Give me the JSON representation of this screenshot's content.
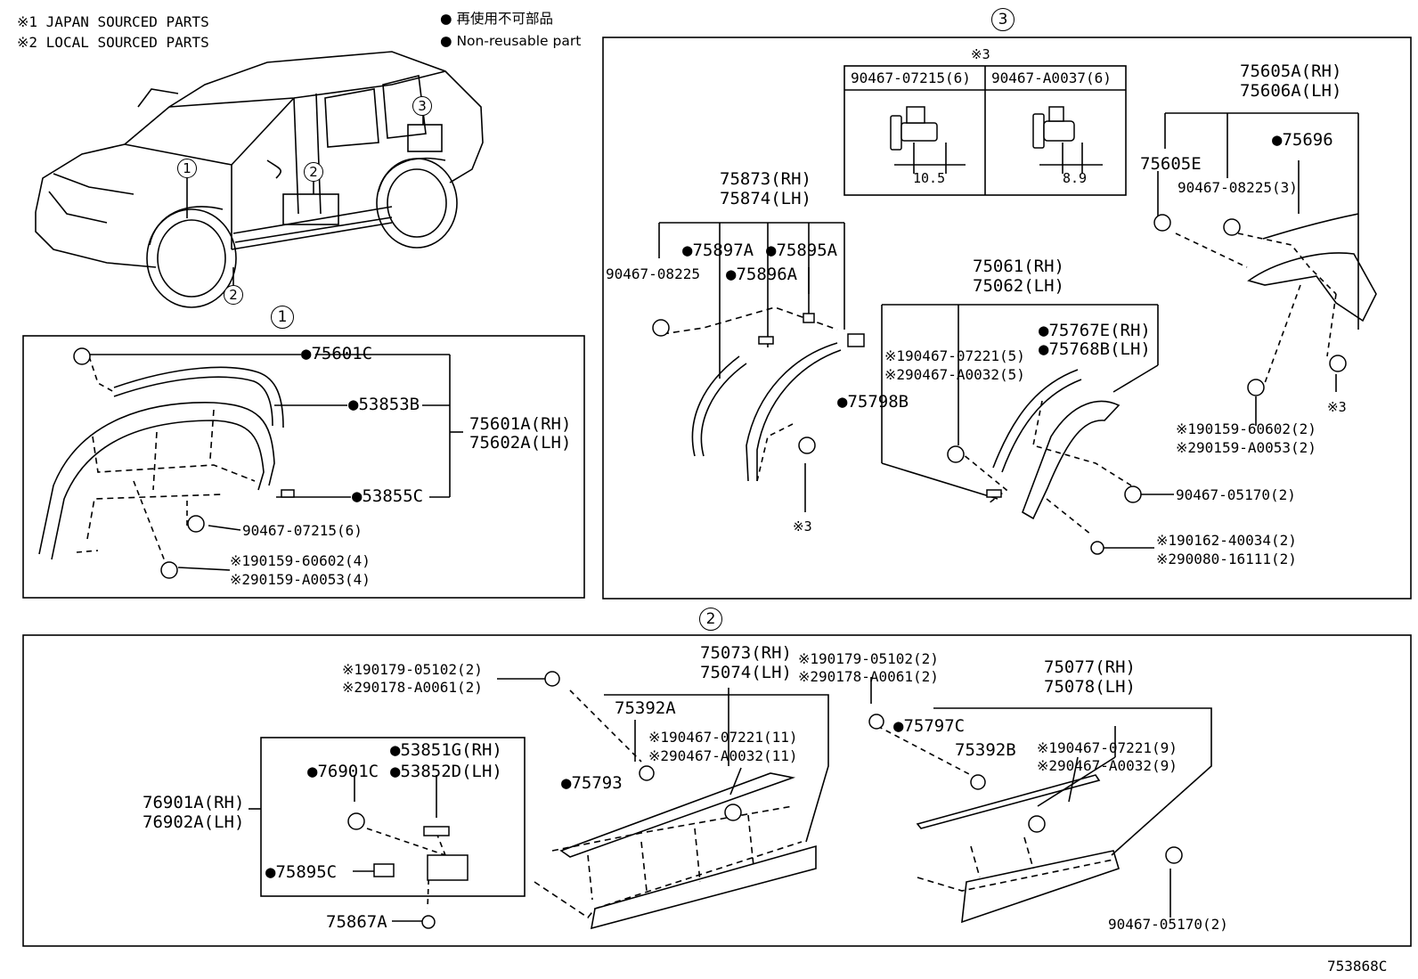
{
  "legend": {
    "source1": "※1 JAPAN SOURCED PARTS",
    "source2": "※2 LOCAL SOURCED PARTS",
    "nonreuse_jp": "● 再使用不可部品",
    "nonreuse_en": "● Non-reusable part"
  },
  "markers": {
    "m1": "1",
    "m2": "2",
    "m3": "3"
  },
  "section3": {
    "clip_note": "※3",
    "clip_a": "90467-07215(6)",
    "clip_b": "90467-A0037(6)",
    "dim_a": "10.5",
    "dim_b": "8.9",
    "p75605A": "75605A(RH)",
    "p75606A": "75606A(LH)",
    "p75696": "●75696",
    "p75605E": "75605E",
    "p90467_08225_3": "90467-08225(3)",
    "p75873": "75873(RH)",
    "p75874": "75874(LH)",
    "p75897A": "●75897A",
    "p75895A": "●75895A",
    "p75896A": "●75896A",
    "p90467_08225": "90467-08225",
    "p75061": "75061(RH)",
    "p75062": "75062(LH)",
    "p75767E": "●75767E(RH)",
    "p75768B": "●75768B(LH)",
    "clip1": "※190467-07221(5)",
    "clip2": "※290467-A0032(5)",
    "p75798B": "●75798B",
    "n3a": "※3",
    "n3b": "※3",
    "s1": "※190159-60602(2)",
    "s2": "※290159-A0053(2)",
    "p90467_05170": "90467-05170(2)",
    "sc1": "※190162-40034(2)",
    "sc2": "※290080-16111(2)"
  },
  "section1": {
    "p75601C": "●75601C",
    "p53853B": "●53853B",
    "p75601A": "75601A(RH)",
    "p75602A": "75602A(LH)",
    "p53855C": "●53855C",
    "p90467_07215": "90467-07215(6)",
    "s1": "※190159-60602(4)",
    "s2": "※290159-A0053(4)"
  },
  "section2": {
    "a1": "※190179-05102(2)",
    "a2": "※290178-A0061(2)",
    "p75073": "75073(RH)",
    "p75074": "75074(LH)",
    "b1": "※190179-05102(2)",
    "b2": "※290178-A0061(2)",
    "p75392A": "75392A",
    "c1": "※190467-07221(11)",
    "c2": "※290467-A0032(11)",
    "p75793": "●75793",
    "p75077": "75077(RH)",
    "p75078": "75078(LH)",
    "p75797C": "●75797C",
    "p75392B": "75392B",
    "d1": "※190467-07221(9)",
    "d2": "※290467-A0032(9)",
    "p53851G": "●53851G(RH)",
    "p53852D": "●53852D(LH)",
    "p76901C": "●76901C",
    "p76901A": "76901A(RH)",
    "p76902A": "76902A(LH)",
    "p75895C": "●75895C",
    "p75867A": "75867A",
    "p90467_05170": "90467-05170(2)"
  },
  "diagram_id": "753868C"
}
